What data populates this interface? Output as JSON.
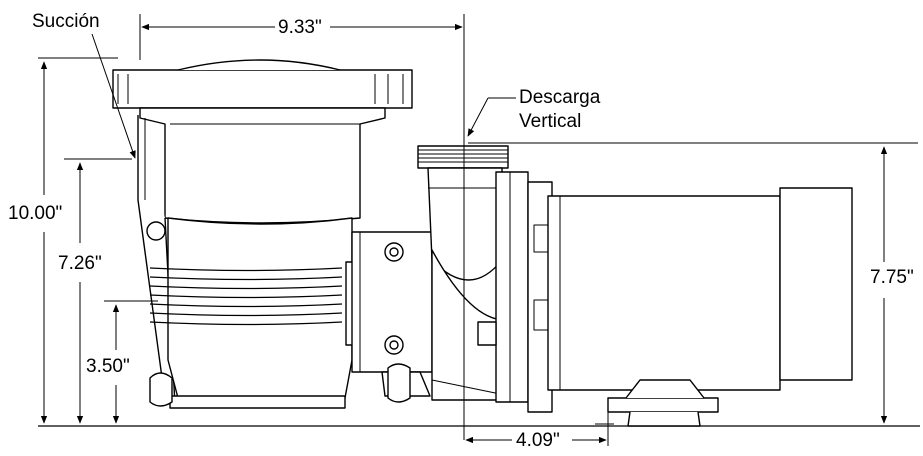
{
  "labels": {
    "suction": "Succión",
    "discharge_line1": "Descarga",
    "discharge_line2": "Vertical"
  },
  "dimensions": {
    "overall_length": "9.33\"",
    "overall_height": "10.00\"",
    "suction_height": "7.26\"",
    "shaft_height": "3.50\"",
    "motor_height": "7.75\"",
    "discharge_to_mount": "4.09\""
  },
  "colors": {
    "line": "#000000",
    "fill": "#ffffff",
    "shade": "#dcdcdc"
  }
}
